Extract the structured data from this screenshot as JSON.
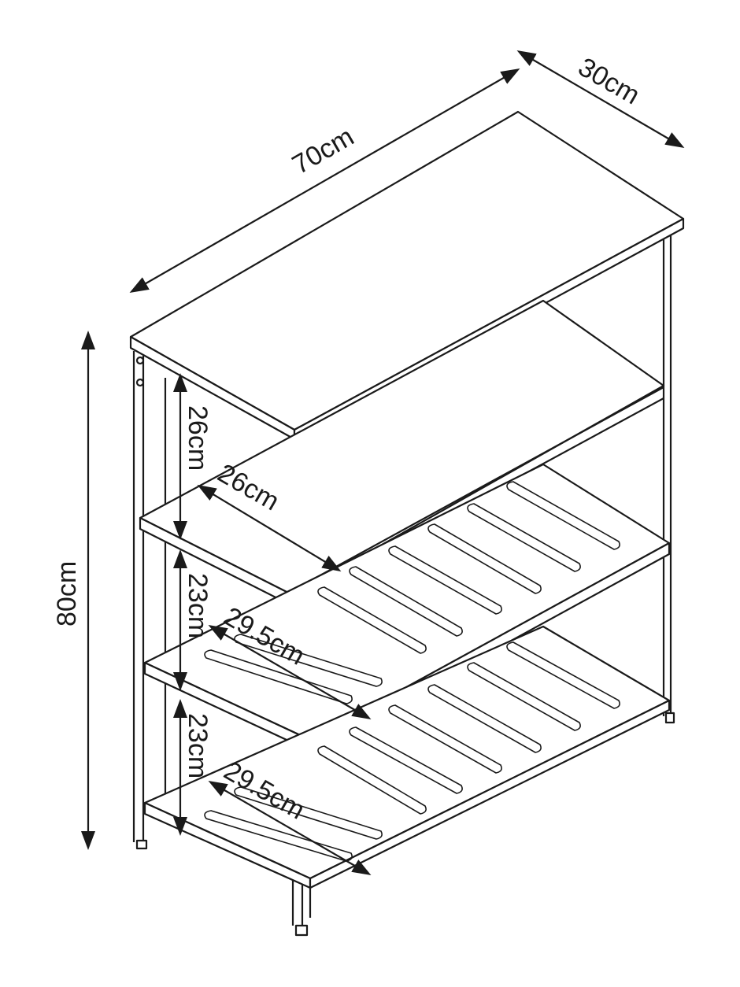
{
  "dimensions": {
    "width": "70cm",
    "depth": "30cm",
    "height": "80cm",
    "top_gap": "26cm",
    "shelf_depth": "26cm",
    "middle_gap": "23cm",
    "middle_rack_depth": "29.5cm",
    "bottom_gap": "23cm",
    "bottom_rack_depth": "29.5cm"
  },
  "colors": {
    "line": "#1a1a1a",
    "background": "#ffffff"
  }
}
